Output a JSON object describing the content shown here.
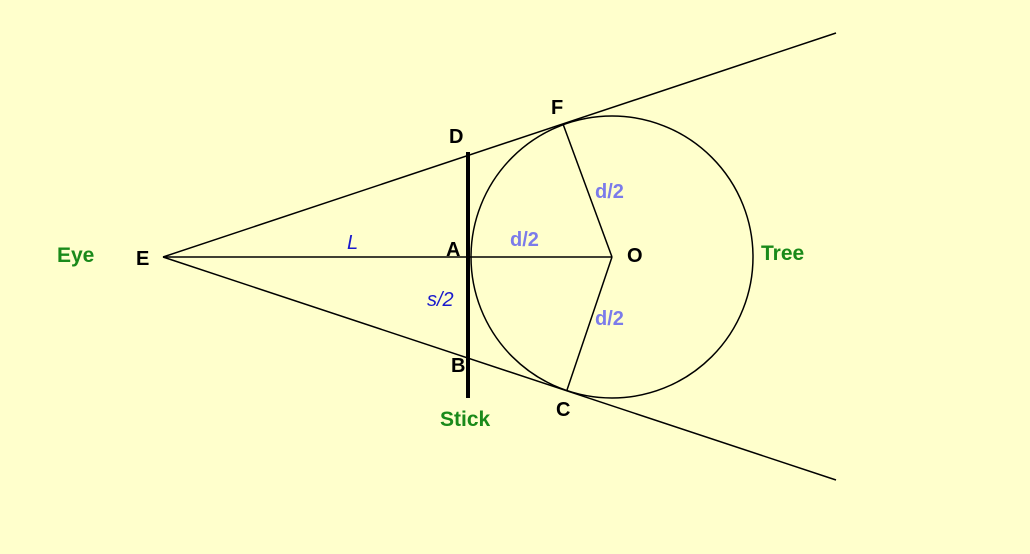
{
  "labels": {
    "eye": "Eye",
    "tree": "Tree",
    "stick": "Stick"
  },
  "points": {
    "E": "E",
    "A": "A",
    "B": "B",
    "C": "C",
    "D": "D",
    "F": "F",
    "O": "O"
  },
  "measures": {
    "L": "L",
    "s_half": "s/2",
    "d_half_OF": "d/2",
    "d_half_AO": "d/2",
    "d_half_OC": "d/2"
  },
  "colors": {
    "background": "#ffffcc",
    "green_label": "#1a8a1a",
    "radius_label": "#7b7bea",
    "length_label": "#1a1acc",
    "line": "#000000"
  }
}
